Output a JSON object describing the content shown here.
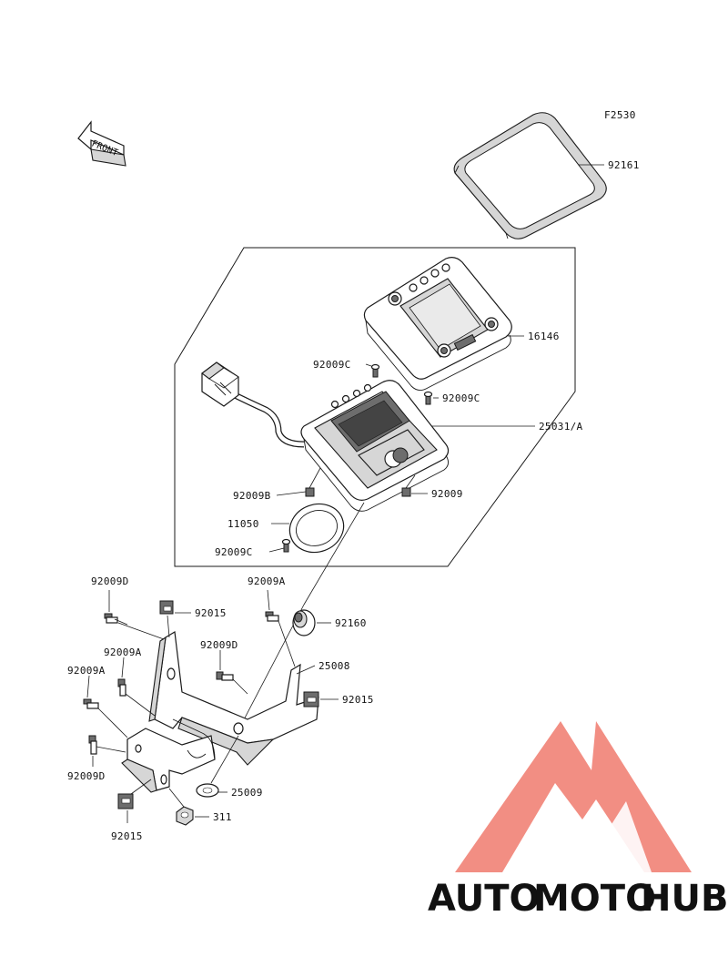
{
  "figure_code": "F2530",
  "front_label": "FRONT",
  "watermark": {
    "part1": "AUTO",
    "part2": "MOTO",
    "part3": "HUB",
    "color1": "#f7b97a",
    "color2": "#f07b6e",
    "color3": "#6b6b6b",
    "logo_color": "#f07b6e"
  },
  "callouts": {
    "lens_cover": "92161",
    "meter_case": "16146",
    "meter_assy": "25031/A",
    "screw_top_left": "92009C",
    "screw_top_right": "92009C",
    "screw_left": "92009B",
    "screw_right": "92009",
    "gasket": "11050",
    "screw_bottom": "92009C",
    "bolt_bracket_left": "92009D",
    "nut_clip_top": "92015",
    "bolt_bracket_a_top": "92009A",
    "grommet": "92160",
    "bolt_bracket_a_mid": "92009A",
    "bolt_bracket_mid": "92009D",
    "bracket": "25008",
    "bolt_bracket_a_left": "92009A",
    "nut_clip_right": "92015",
    "bolt_bracket_left_low": "92009D",
    "washer": "25009",
    "nut_clip_bottom": "92015",
    "nut": "311"
  }
}
